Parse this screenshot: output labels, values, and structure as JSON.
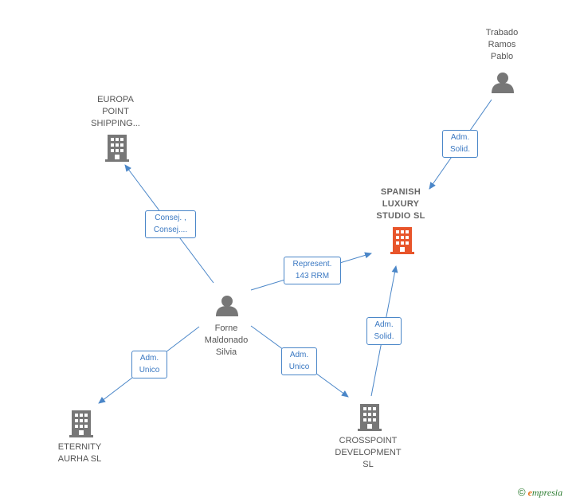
{
  "nodes": {
    "europa": {
      "label": "EUROPA\nPOINT\nSHIPPING..."
    },
    "trabado": {
      "label": "Trabado\nRamos\nPablo"
    },
    "spanish": {
      "label": "SPANISH\nLUXURY\nSTUDIO  SL"
    },
    "forne": {
      "label": "Forne\nMaldonado\nSilvia"
    },
    "eternity": {
      "label": "ETERNITY\nAURHA  SL"
    },
    "crosspoint": {
      "label": "CROSSPOINT\nDEVELOPMENT\nSL"
    }
  },
  "edges": {
    "forne_europa": "Consej. ,\nConsej....",
    "trabado_spanish": "Adm.\nSolid.",
    "forne_spanish": "Represent.\n143 RRM",
    "cross_spanish": "Adm.\nSolid.",
    "forne_eternity": "Adm.\nUnico",
    "forne_cross": "Adm.\nUnico"
  },
  "footer": {
    "copyright_symbol": "©",
    "brand_initial": "e",
    "brand_rest": "mpresia"
  },
  "colors": {
    "edge": "#4a86c8",
    "node": "#777777",
    "main_node": "#e8552b"
  }
}
